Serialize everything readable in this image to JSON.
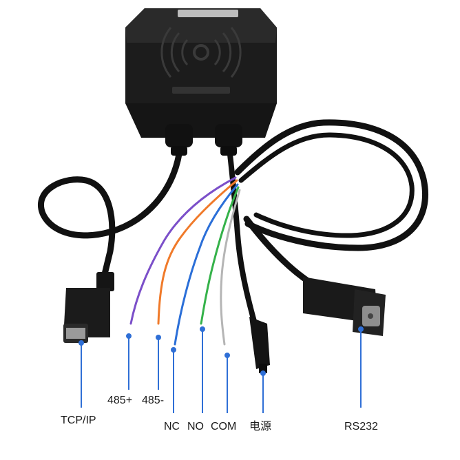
{
  "labels": {
    "tcp_ip": "TCP/IP",
    "rs485_plus": "485+",
    "rs485_minus": "485-",
    "nc": "NC",
    "no": "NO",
    "com": "COM",
    "power": "电源",
    "rs232": "RS232"
  },
  "colors": {
    "background": "#ffffff",
    "device": "#1c1c1c",
    "cable": "#111111",
    "callout_line": "#2f6fd6",
    "wire_purple": "#7b4fc9",
    "wire_orange": "#f07a2a",
    "wire_blue": "#2b6fd8",
    "wire_green": "#35b24a",
    "wire_gray": "#b5b5b5"
  },
  "icons": [
    "rfid-wave-icon",
    "rj45-connector",
    "db9-connector",
    "dc-power-plug"
  ]
}
